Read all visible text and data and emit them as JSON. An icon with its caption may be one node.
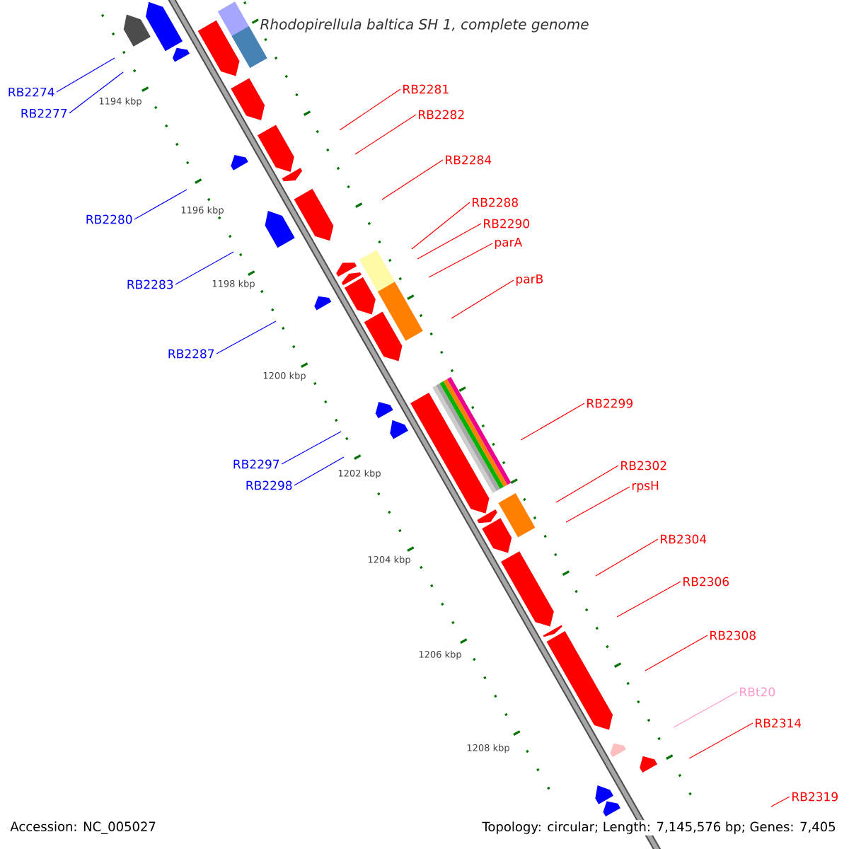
{
  "diagram": {
    "title": "Rhodopirellula baltica SH 1, complete genome",
    "nodes": [
      {
        "text": [
          "RB2274"
        ]
      },
      {
        "text": [
          "RB2277"
        ]
      },
      {
        "text": [
          "RB2280"
        ]
      },
      {
        "text": [
          "RB2283"
        ]
      },
      {
        "text": [
          "RB2287"
        ]
      },
      {
        "text": [
          "RB2297"
        ]
      },
      {
        "text": [
          "RB2298"
        ]
      },
      {
        "text": [
          "RB2281"
        ]
      },
      {
        "text": [
          "RB2282"
        ]
      },
      {
        "text": [
          "RB2284"
        ]
      },
      {
        "text": [
          "RB2288"
        ]
      },
      {
        "text": [
          "RB2290"
        ]
      },
      {
        "text": [
          "parA"
        ]
      },
      {
        "text": [
          "parB"
        ]
      },
      {
        "text": [
          "RB2299"
        ]
      },
      {
        "text": [
          "RB2302"
        ]
      },
      {
        "text": [
          "rpsH"
        ]
      },
      {
        "text": [
          "RB2304"
        ]
      },
      {
        "text": [
          "RB2306"
        ]
      },
      {
        "text": [
          "RB2308"
        ]
      },
      {
        "text": [
          "RBt20"
        ]
      },
      {
        "text": [
          "RB2314"
        ]
      },
      {
        "text": [
          "RB2319"
        ]
      }
    ],
    "edges": [
      {
        "from": 0,
        "to": null,
        "arrow": "none",
        "color": "#0000ff"
      },
      {
        "from": 1,
        "to": null,
        "arrow": "none",
        "color": "#0000ff"
      },
      {
        "from": 2,
        "to": null,
        "arrow": "none",
        "color": "#0000ff"
      },
      {
        "from": 3,
        "to": null,
        "arrow": "none",
        "color": "#0000ff"
      },
      {
        "from": 4,
        "to": null,
        "arrow": "none",
        "color": "#0000ff"
      },
      {
        "from": 5,
        "to": null,
        "arrow": "none",
        "color": "#0000ff"
      },
      {
        "from": 6,
        "to": null,
        "arrow": "none",
        "color": "#0000ff"
      },
      {
        "from": 7,
        "to": null,
        "arrow": "none"
      },
      {
        "from": 8,
        "to": null,
        "arrow": "none"
      },
      {
        "from": 9,
        "to": null,
        "arrow": "none"
      },
      {
        "from": 10,
        "to": null,
        "arrow": "none"
      },
      {
        "from": 11,
        "to": null,
        "arrow": "none"
      },
      {
        "from": 12,
        "to": null,
        "arrow": "none"
      },
      {
        "from": 13,
        "to": null,
        "arrow": "none"
      },
      {
        "from": 14,
        "to": null,
        "arrow": "none"
      },
      {
        "from": 15,
        "to": null,
        "arrow": "none"
      },
      {
        "from": 16,
        "to": null,
        "arrow": "none"
      },
      {
        "from": 17,
        "to": null,
        "arrow": "none"
      },
      {
        "from": 18,
        "to": null,
        "arrow": "none"
      },
      {
        "from": 19,
        "to": null,
        "arrow": "none"
      },
      {
        "from": 20,
        "to": null,
        "arrow": "none",
        "color": "#ff99cc"
      },
      {
        "from": 21,
        "to": null,
        "arrow": "none"
      },
      {
        "from": 22,
        "to": null,
        "arrow": "none"
      }
    ],
    "labels": [
      "1194 kbp",
      "1196 kbp",
      "1198 kbp",
      "1200 kbp",
      "1202 kbp",
      "1204 kbp",
      "1206 kbp",
      "1208 kbp",
      "Accession: NC_005027",
      "Topology: circular; Length: 7,145,576 bp; Genes: 7,405"
    ]
  }
}
